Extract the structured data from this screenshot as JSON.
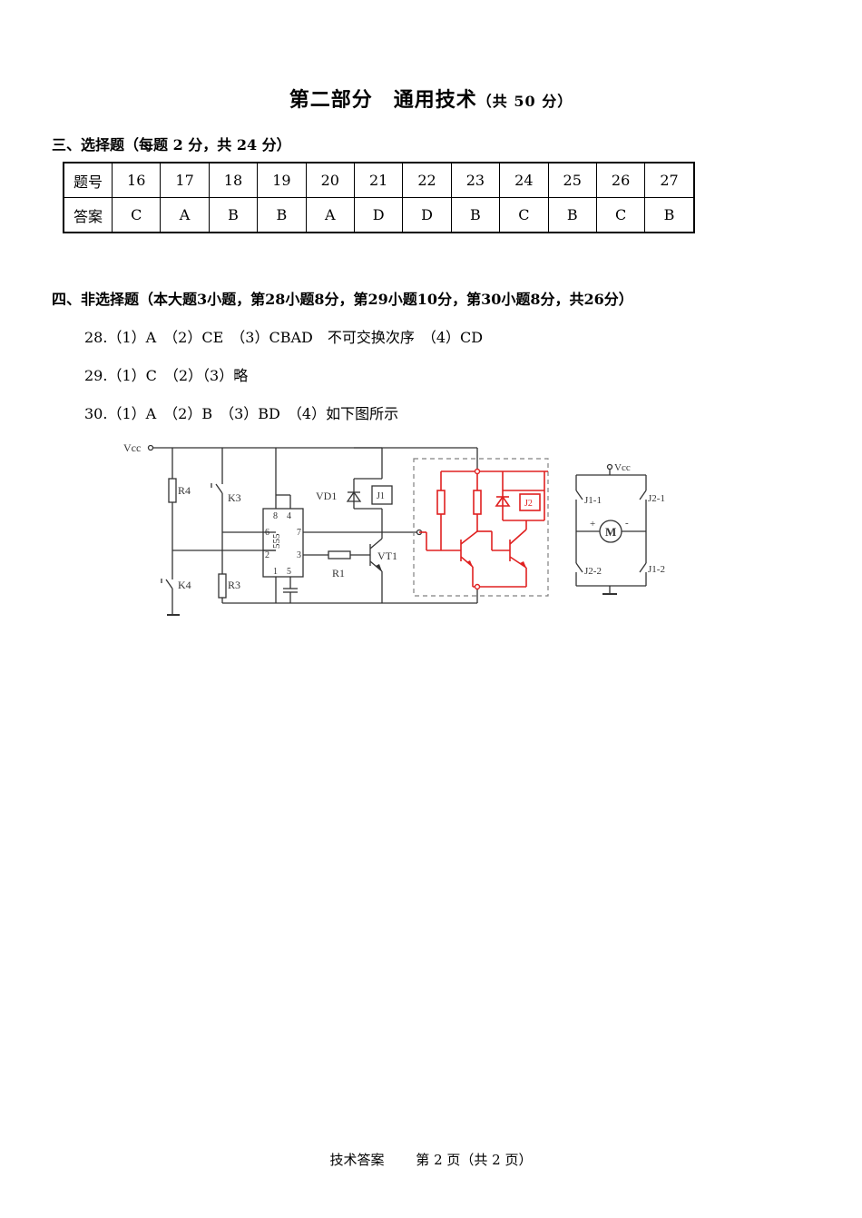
{
  "title": {
    "main": "第二部分　通用技术",
    "score": "（共 50 分）"
  },
  "section3": {
    "heading": "三、选择题（每题 2 分，共 24 分）",
    "table": {
      "row_label_1": "题号",
      "row_label_2": "答案",
      "numbers": [
        "16",
        "17",
        "18",
        "19",
        "20",
        "21",
        "22",
        "23",
        "24",
        "25",
        "26",
        "27"
      ],
      "answers": [
        "C",
        "A",
        "B",
        "B",
        "A",
        "D",
        "D",
        "B",
        "C",
        "B",
        "C",
        "B"
      ]
    }
  },
  "section4": {
    "heading": "四、非选择题（本大题3小题，第28小题8分，第29小题10分，第30小题8分，共26分）",
    "q28": "28.（1）A　（2）CE　（3）CBAD　不可交换次序　（4）CD",
    "q29": "29.（1）C　（2）（3）略",
    "q30": "30.（1）A　（2）B　（3）BD　（4）如下图所示"
  },
  "circuit": {
    "labels": {
      "vcc": "Vcc",
      "r4": "R4",
      "k3": "K3",
      "k4": "K4",
      "r3": "R3",
      "ic": "555",
      "pin8": "8",
      "pin4": "4",
      "pin6": "6",
      "pin7": "7",
      "pin2": "2",
      "pin3": "3",
      "pin1": "1",
      "pin5": "5",
      "r1": "R1",
      "vt1": "VT1",
      "vd1": "VD1",
      "j1": "J1",
      "j2": "J2"
    },
    "motor": {
      "vcc": "Vcc",
      "j1_1": "J1-1",
      "j2_1": "J2-1",
      "j2_2": "J2-2",
      "j1_2": "J1-2",
      "m": "M",
      "plus": "+",
      "minus": "-"
    },
    "colors": {
      "ink": "#333333",
      "highlight": "#e02020",
      "dash": "#808080"
    }
  },
  "footer": "技术答案　　 第 2 页（共 2 页）"
}
